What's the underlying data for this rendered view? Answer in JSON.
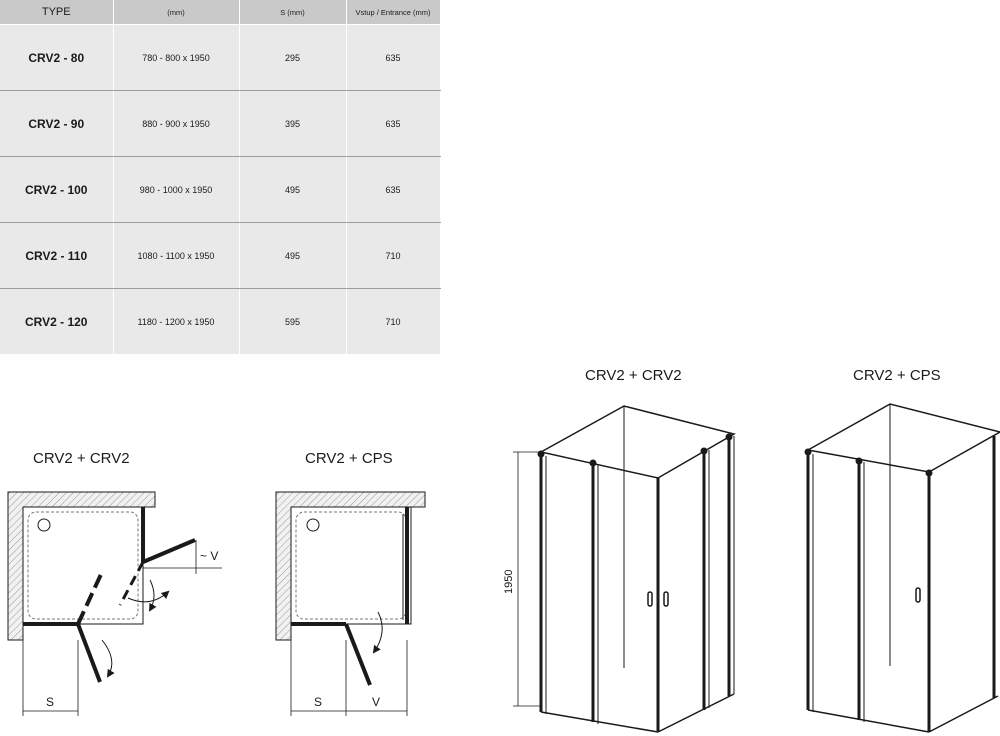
{
  "table": {
    "headers": [
      "TYPE",
      "(mm)",
      "S (mm)",
      "Vstup / Entrance (mm)"
    ],
    "rows": [
      [
        "CRV2 - 80",
        "780 - 800 x 1950",
        "295",
        "635"
      ],
      [
        "CRV2 - 90",
        "880 - 900 x 1950",
        "395",
        "635"
      ],
      [
        "CRV2 - 100",
        "980 - 1000 x 1950",
        "495",
        "635"
      ],
      [
        "CRV2 - 110",
        "1080 - 1100 x 1950",
        "495",
        "710"
      ],
      [
        "CRV2 - 120",
        "1180 - 1200 x 1950",
        "595",
        "710"
      ]
    ]
  },
  "plans": {
    "plan1_title": "CRV2 + CRV2",
    "plan2_title": "CRV2 + CPS",
    "dim_s": "S",
    "dim_v": "V",
    "approx_v": "~ V"
  },
  "views3d": {
    "view1_title": "CRV2 + CRV2",
    "view2_title": "CRV2 + CPS",
    "height_dim": "1950"
  },
  "colors": {
    "table_header": "#c9c9c9",
    "table_cell": "#e9e9ea",
    "line": "#1a1a1a",
    "hatch": "#d8d8d8"
  }
}
